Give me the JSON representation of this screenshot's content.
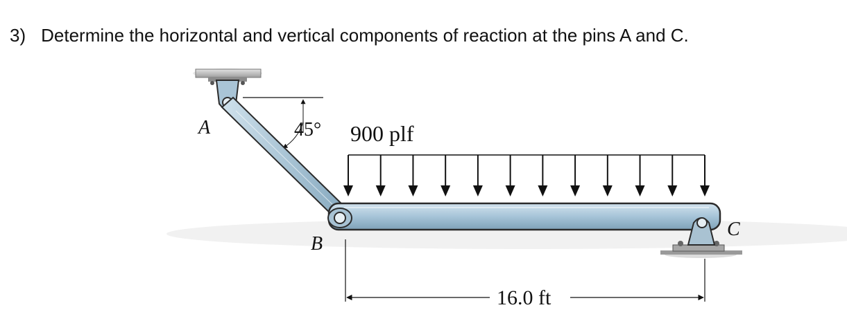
{
  "problem": {
    "number": "3)",
    "text": "Determine the horizontal and vertical components of reaction at the pins A and C."
  },
  "diagram": {
    "label_a": "A",
    "label_b": "B",
    "label_c": "C",
    "angle": "45°",
    "load": "900 plf",
    "span": "16.0 ft"
  },
  "colors": {
    "member_fill": "#a9c7d9",
    "member_stroke": "#2b2b2b",
    "support_fill": "#a9c2d2",
    "ground": "#bfbfbf"
  }
}
